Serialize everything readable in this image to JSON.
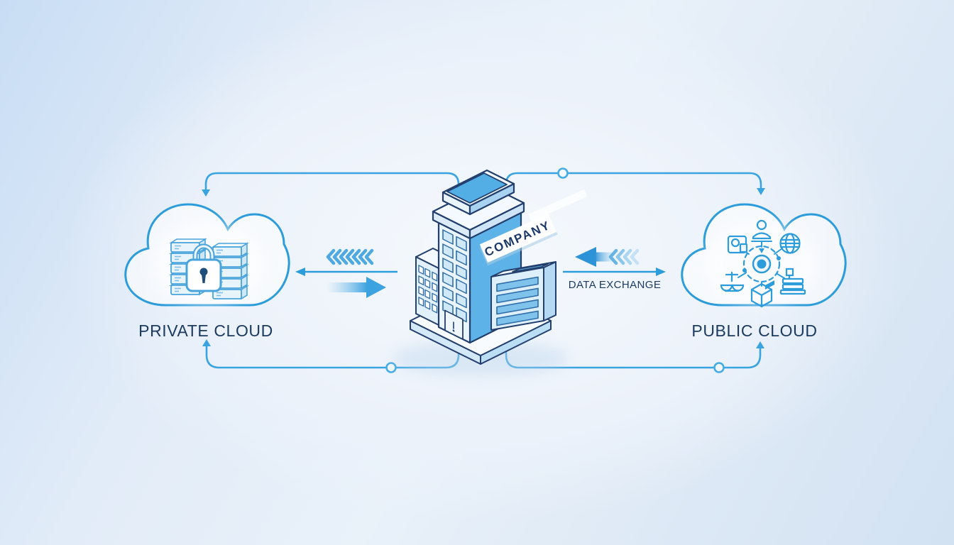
{
  "diagram": {
    "type": "hybrid-cloud-architecture",
    "nodes": [
      {
        "id": "private-cloud",
        "label": "PRIVATE CLOUD",
        "icons": [
          "server-rack-icon",
          "padlock-icon",
          "server-rack-icon"
        ]
      },
      {
        "id": "company",
        "label": "COMPANY",
        "icons": [
          "office-building-illustration"
        ]
      },
      {
        "id": "public-cloud",
        "label": "PUBLIC CLOUD",
        "icons": [
          "user-icon",
          "globe-icon",
          "photo-icon",
          "hub-icon",
          "scales-icon",
          "cube-icon",
          "server-icon"
        ]
      }
    ],
    "edges": [
      {
        "from": "private-cloud",
        "to": "company",
        "style": "double-arrow",
        "label": ""
      },
      {
        "from": "company",
        "to": "public-cloud",
        "style": "double-arrow",
        "label": "DATA EXCHANGE"
      },
      {
        "from": "private-cloud",
        "to": "company",
        "position": "top",
        "style": "rounded-connector"
      },
      {
        "from": "company",
        "to": "public-cloud",
        "position": "top",
        "style": "rounded-connector-with-node"
      },
      {
        "from": "company",
        "to": "private-cloud",
        "position": "bottom",
        "style": "rounded-connector-with-node"
      },
      {
        "from": "company",
        "to": "public-cloud",
        "position": "bottom",
        "style": "rounded-connector-with-node"
      }
    ]
  },
  "labels": {
    "private_cloud": "PRIVATE CLOUD",
    "public_cloud": "PUBLIC CLOUD",
    "company": "COMPANY",
    "data_exchange": "DATA EXCHANGE"
  },
  "colors": {
    "background_edge": "#c8ddf4",
    "background_center": "#f5f9fd",
    "line_blue": "#3aa4e0",
    "arrow_blue": "#3da2e0",
    "cloud_stroke": "#2d9cdb",
    "icon_blue": "#3f9fd8",
    "text_navy": "#1b3a5e",
    "building_outline": "#233f6e",
    "building_blue": "#5db3e7",
    "building_light": "#e9f4fc"
  }
}
